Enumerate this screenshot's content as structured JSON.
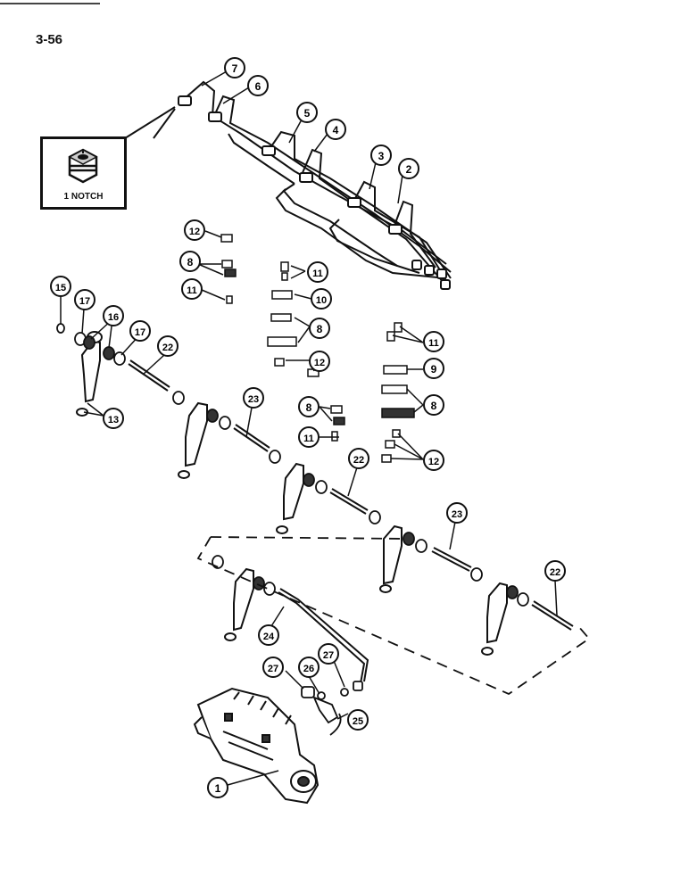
{
  "page": {
    "number": "3-56"
  },
  "detail": {
    "caption": "1 NOTCH"
  },
  "callouts": [
    {
      "id": "c7",
      "label": "7"
    },
    {
      "id": "c6",
      "label": "6"
    },
    {
      "id": "c5",
      "label": "5"
    },
    {
      "id": "c4",
      "label": "4"
    },
    {
      "id": "c3",
      "label": "3"
    },
    {
      "id": "c2",
      "label": "2"
    },
    {
      "id": "c12a",
      "label": "12"
    },
    {
      "id": "c8a",
      "label": "8"
    },
    {
      "id": "c11a",
      "label": "11"
    },
    {
      "id": "c11b",
      "label": "11"
    },
    {
      "id": "c10",
      "label": "10"
    },
    {
      "id": "c8b",
      "label": "8"
    },
    {
      "id": "c12b",
      "label": "12"
    },
    {
      "id": "c8c",
      "label": "8"
    },
    {
      "id": "c11c",
      "label": "11"
    },
    {
      "id": "c11d",
      "label": "11"
    },
    {
      "id": "c9",
      "label": "9"
    },
    {
      "id": "c8d",
      "label": "8"
    },
    {
      "id": "c12c",
      "label": "12"
    },
    {
      "id": "c15",
      "label": "15"
    },
    {
      "id": "c17a",
      "label": "17"
    },
    {
      "id": "c16",
      "label": "16"
    },
    {
      "id": "c17b",
      "label": "17"
    },
    {
      "id": "c22a",
      "label": "22"
    },
    {
      "id": "c13",
      "label": "13"
    },
    {
      "id": "c23a",
      "label": "23"
    },
    {
      "id": "c22b",
      "label": "22"
    },
    {
      "id": "c23b",
      "label": "23"
    },
    {
      "id": "c22c",
      "label": "22"
    },
    {
      "id": "c24",
      "label": "24"
    },
    {
      "id": "c27a",
      "label": "27"
    },
    {
      "id": "c26",
      "label": "26"
    },
    {
      "id": "c27b",
      "label": "27"
    },
    {
      "id": "c25",
      "label": "25"
    },
    {
      "id": "c1",
      "label": "1"
    }
  ]
}
